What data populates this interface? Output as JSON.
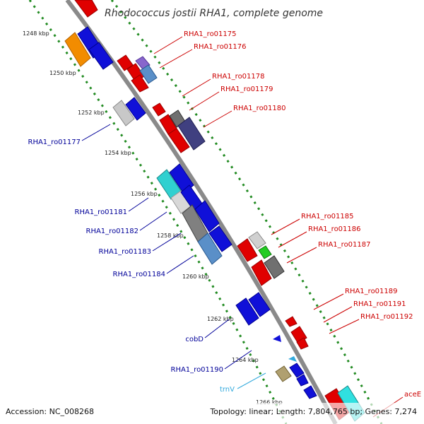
{
  "title": "Rhodococcus jostii RHA1, complete genome",
  "footer": {
    "accession": "Accession: NC_008268",
    "topology": "Topology: linear; Length: 7,804,765 bp; Genes: 7,274"
  },
  "kbp_ticks": [
    "1248 kbp",
    "1250 kbp",
    "1252 kbp",
    "1254 kbp",
    "1256 kbp",
    "1258 kbp",
    "1260 kbp",
    "1262 kbp",
    "1264 kbp",
    "1266 kbp"
  ],
  "labels_forward": [
    "RHA1_ro01175",
    "RHA1_ro01176",
    "RHA1_ro01178",
    "RHA1_ro01179",
    "RHA1_ro01180",
    "RHA1_ro01185",
    "RHA1_ro01186",
    "RHA1_ro01187",
    "RHA1_ro01189",
    "RHA1_ro01191",
    "RHA1_ro01192",
    "aceE"
  ],
  "labels_reverse": [
    "RHA1_ro01177",
    "RHA1_ro01181",
    "RHA1_ro01182",
    "RHA1_ro01183",
    "RHA1_ro01184",
    "cobD",
    "RHA1_ro01190",
    "trnV"
  ],
  "colors": {
    "forward_label": "#cc0000",
    "reverse_label": "#000099",
    "trna_label": "#33aadd",
    "backbone": "#8a8a8a",
    "dots": "#228b22"
  }
}
